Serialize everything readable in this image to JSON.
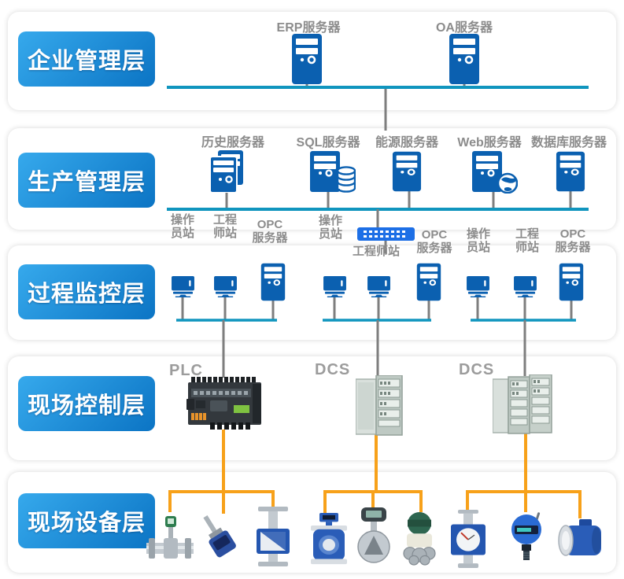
{
  "colors": {
    "icon-blue": "#0B60B0",
    "bus-teal": "#1095BE",
    "line-gray": "#7E7E7E",
    "line-orange": "#F7A11A",
    "switch-blue": "#1D6FE6",
    "label-gray": "#8C8C8C",
    "device-label-gray": "#9C9C9C",
    "badge-grad-start": "#36A9EC",
    "badge-grad-end": "#0B74C4",
    "card-bg": "#FFFFFF"
  },
  "layers": [
    {
      "title": "企业管理层"
    },
    {
      "title": "生产管理层"
    },
    {
      "title": "过程监控层"
    },
    {
      "title": "现场控制层"
    },
    {
      "title": "现场设备层"
    }
  ],
  "enterprise": {
    "servers": [
      {
        "label": "ERP服务器"
      },
      {
        "label": "OA服务器"
      }
    ]
  },
  "production": {
    "servers": [
      {
        "label": "历史服务器"
      },
      {
        "label": "SQL服务器"
      },
      {
        "label": "能源服务器"
      },
      {
        "label": "Web服务器"
      },
      {
        "label": "数据库服务器"
      }
    ]
  },
  "monitoring": {
    "group1": {
      "operator_l1": "操作",
      "operator_l2": "员站",
      "engineer_l1": "工程",
      "engineer_l2": "师站",
      "opc_l1": "OPC",
      "opc_l2": "服务器"
    },
    "group2": {
      "operator_l1": "操作",
      "operator_l2": "员站",
      "engineer": "工程师站",
      "opc_l1": "OPC",
      "opc_l2": "服务器"
    },
    "group3": {
      "operator_l1": "操作",
      "operator_l2": "员站",
      "engineer_l1": "工程",
      "engineer_l2": "师站",
      "opc_l1": "OPC",
      "opc_l2": "服务器"
    }
  },
  "control": {
    "plc": "PLC",
    "dcs1": "DCS",
    "dcs2": "DCS"
  },
  "field_devices": [
    "turbine-flowmeter",
    "temperature-transmitter",
    "metal-tube-rotameter",
    "electromagnetic-flowmeter",
    "vortex-flowmeter",
    "differential-pressure-transmitter",
    "rotameter-indicator",
    "smart-pressure-transmitter",
    "electromagnetic-flowmeter-horizontal"
  ]
}
